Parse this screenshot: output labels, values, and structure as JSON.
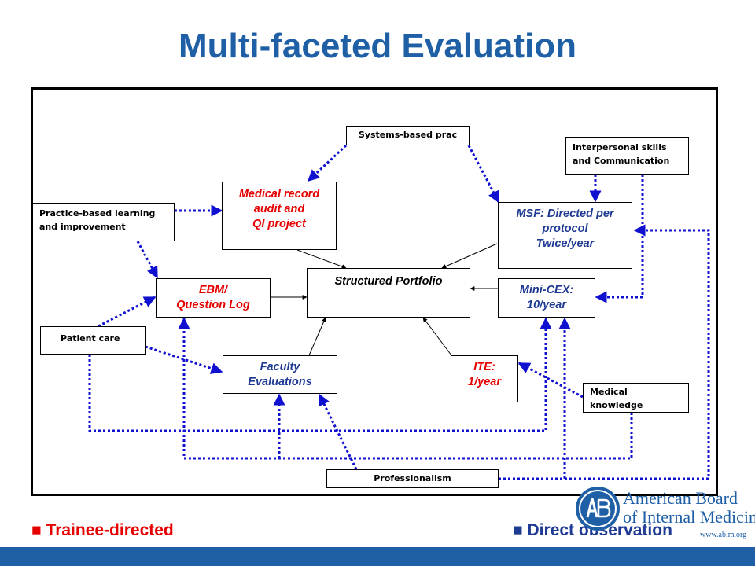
{
  "title": "Multi-faceted Evaluation",
  "colors": {
    "trainee": "#e60000",
    "direct": "#1f3a93",
    "wire": "#1010d0",
    "title": "#1f5fa6"
  },
  "diagram": {
    "systems": "Systems-based prac",
    "interpersonal": [
      "Interpersonal skills",
      "and Communication"
    ],
    "practice": [
      "Practice-based learning",
      "and improvement"
    ],
    "medical_record": [
      "Medical record",
      "audit and",
      "QI project"
    ],
    "msf": [
      "MSF: Directed per",
      "protocol",
      "Twice/year"
    ],
    "portfolio": "Structured Portfolio",
    "ebm": [
      "EBM/",
      "Question Log"
    ],
    "mini_cex": [
      "Mini-CEX:",
      "10/year"
    ],
    "patient_care": "Patient care",
    "faculty": [
      "Faculty",
      "Evaluations"
    ],
    "ite": [
      "ITE:",
      "1/year"
    ],
    "medical_knowledge": [
      "Medical",
      "knowledge"
    ],
    "professionalism": "Professionalism"
  },
  "legend": {
    "trainee": "■ Trainee-directed",
    "direct": "■ Direct observation"
  },
  "logo": {
    "line1": "American Board",
    "line2": "of Internal Medicine",
    "url": "www.abim.org"
  }
}
